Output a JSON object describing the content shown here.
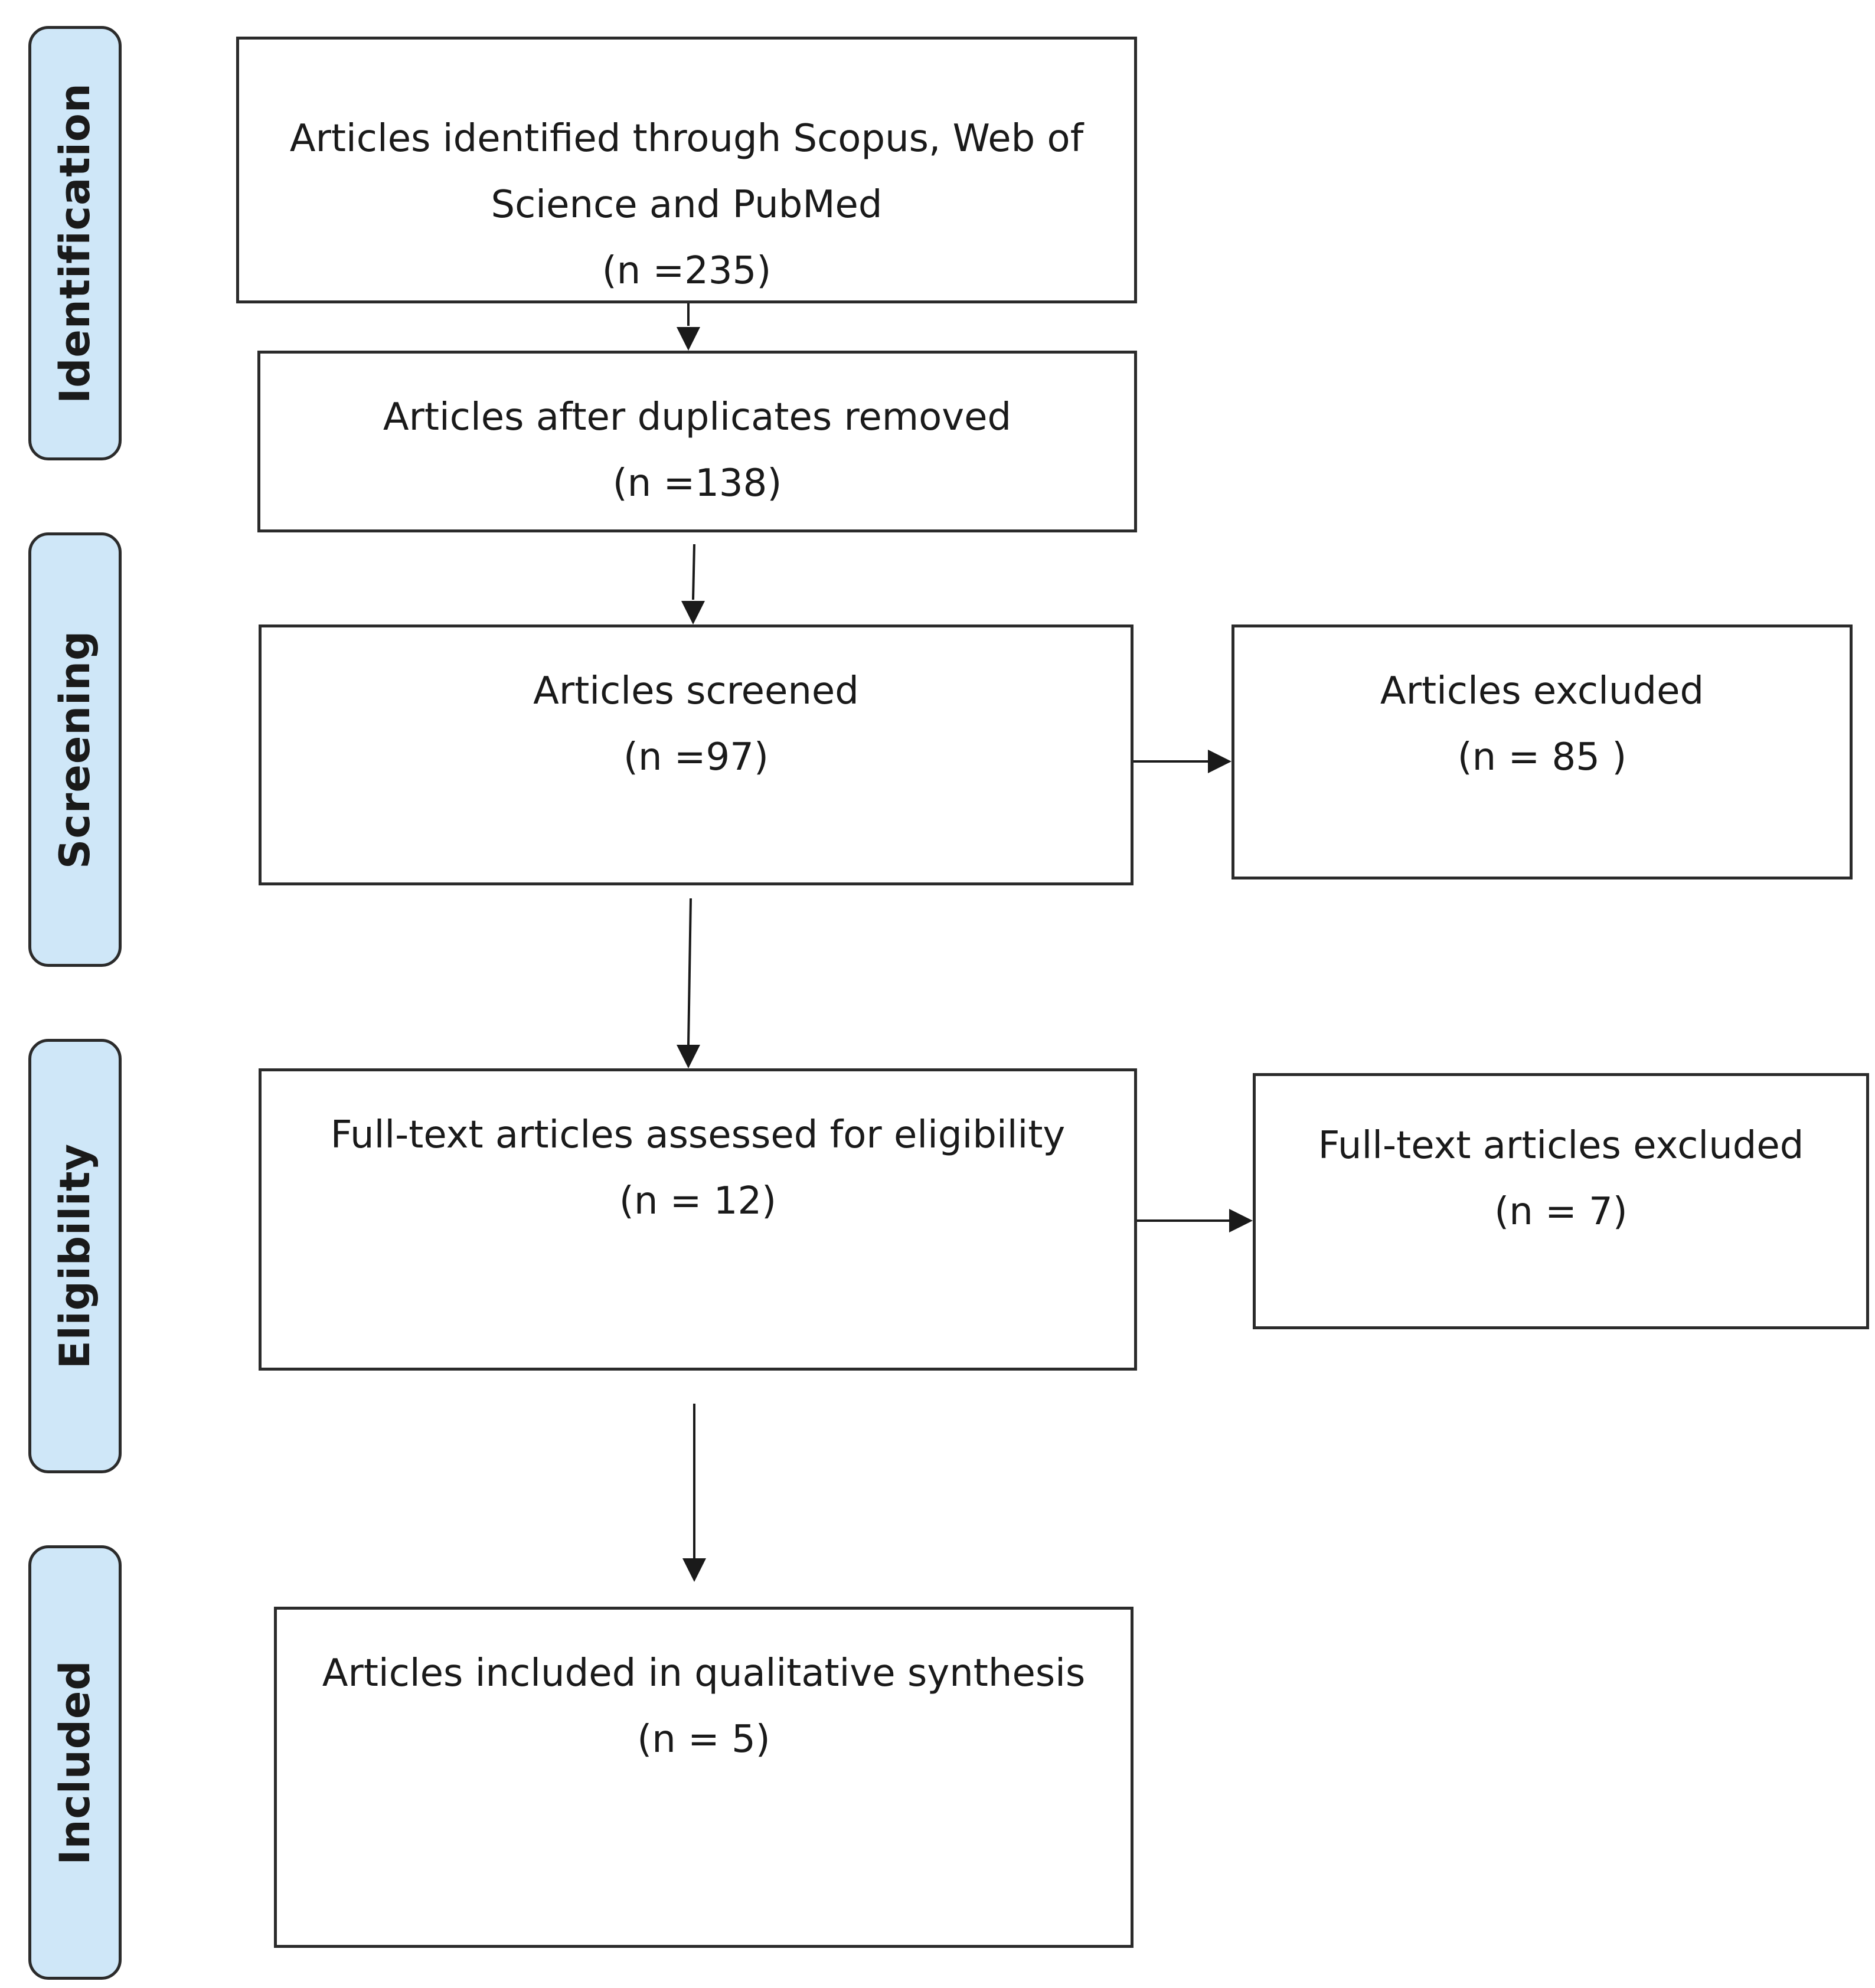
{
  "phases": {
    "identification": "Identification",
    "screening": "Screening",
    "eligibility": "Eligibility",
    "included": "Included"
  },
  "boxes": {
    "identified": {
      "line1": "Articles identified through Scopus, Web of",
      "line2": "Science and PubMed",
      "count": "(n =235)"
    },
    "deduplicated": {
      "label": "Articles after duplicates removed",
      "count": "(n =138)"
    },
    "screened": {
      "label": "Articles screened",
      "count": "(n =97)"
    },
    "excluded": {
      "label": "Articles excluded",
      "count": "(n = 85 )"
    },
    "assessed": {
      "label": "Full-text articles assessed for eligibility",
      "count": "(n = 12)"
    },
    "fulltext_excluded": {
      "label": "Full-text articles excluded",
      "count": "(n = 7)"
    },
    "included": {
      "label": "Articles included in qualitative synthesis",
      "count": "(n = 5)"
    }
  }
}
